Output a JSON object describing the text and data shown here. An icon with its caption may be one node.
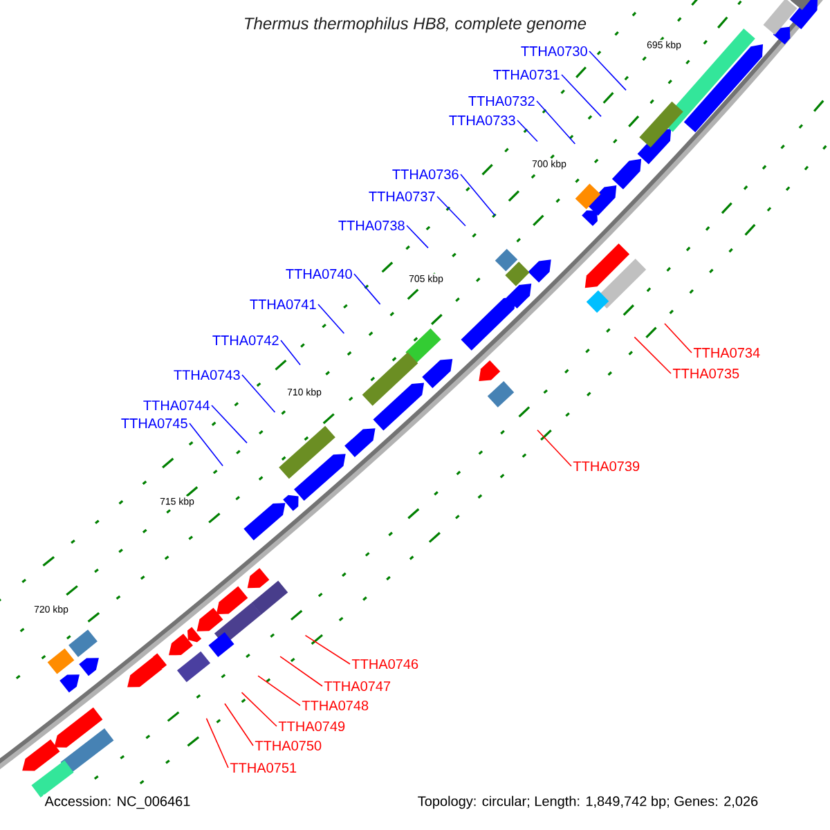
{
  "diagram": {
    "title": "*Thermus thermophilus HB8, complete genome*",
    "nodes": [
      {
        "text": [
          "TTHA0730"
        ]
      },
      {
        "text": [
          "TTHA0731"
        ]
      },
      {
        "text": [
          "TTHA0732"
        ]
      },
      {
        "text": [
          "TTHA0733"
        ]
      },
      {
        "text": [
          "TTHA0736"
        ]
      },
      {
        "text": [
          "TTHA0737"
        ]
      },
      {
        "text": [
          "TTHA0738"
        ]
      },
      {
        "text": [
          "TTHA0740"
        ]
      },
      {
        "text": [
          "TTHA0741"
        ]
      },
      {
        "text": [
          "TTHA0734"
        ]
      },
      {
        "text": [
          "TTHA0742"
        ]
      },
      {
        "text": [
          "TTHA0735"
        ]
      },
      {
        "text": [
          "TTHA0743"
        ]
      },
      {
        "text": [
          "TTHA0744"
        ]
      },
      {
        "text": [
          "TTHA0745"
        ]
      },
      {
        "text": [
          "TTHA0739"
        ]
      },
      {
        "text": [
          "TTHA0746"
        ]
      },
      {
        "text": [
          "TTHA0747"
        ]
      },
      {
        "text": [
          "TTHA0748"
        ]
      },
      {
        "text": [
          "TTHA0749"
        ]
      },
      {
        "text": [
          "TTHA0750"
        ]
      },
      {
        "text": [
          "TTHA0751"
        ]
      }
    ],
    "edges": [
      {
        "from": 0,
        "to": null,
        "arrow": "none"
      },
      {
        "from": 1,
        "to": null,
        "arrow": "none"
      },
      {
        "from": 2,
        "to": null,
        "arrow": "none"
      },
      {
        "from": 3,
        "to": null,
        "arrow": "none"
      },
      {
        "from": 4,
        "to": null,
        "arrow": "none"
      },
      {
        "from": 5,
        "to": null,
        "arrow": "none"
      },
      {
        "from": 6,
        "to": null,
        "arrow": "none"
      },
      {
        "from": 7,
        "to": null,
        "arrow": "none"
      },
      {
        "from": 8,
        "to": null,
        "arrow": "none"
      },
      {
        "from": 9,
        "to": null,
        "arrow": "none",
        "color": "#ff0000"
      },
      {
        "from": 10,
        "to": null,
        "arrow": "none"
      },
      {
        "from": 11,
        "to": null,
        "arrow": "none",
        "color": "#ff0000"
      },
      {
        "from": 12,
        "to": null,
        "arrow": "none"
      },
      {
        "from": 13,
        "to": null,
        "arrow": "none"
      },
      {
        "from": 14,
        "to": null,
        "arrow": "none"
      },
      {
        "from": 15,
        "to": null,
        "arrow": "none",
        "color": "#ff0000"
      },
      {
        "from": 16,
        "to": null,
        "arrow": "none",
        "color": "#ff0000"
      },
      {
        "from": 17,
        "to": null,
        "arrow": "none",
        "color": "#ff0000"
      },
      {
        "from": 18,
        "to": null,
        "arrow": "none",
        "color": "#ff0000"
      },
      {
        "from": 19,
        "to": null,
        "arrow": "none",
        "color": "#ff0000"
      },
      {
        "from": 20,
        "to": null,
        "arrow": "none",
        "color": "#ff0000"
      },
      {
        "from": 21,
        "to": null,
        "arrow": "none",
        "color": "#ff0000"
      }
    ],
    "labels": [
      "695 kbp",
      "700 kbp",
      "705 kbp",
      "710 kbp",
      "715 kbp",
      "720 kbp",
      "Accession: NC_006461",
      "Topology: circular; Length: 1,849,742 bp; Genes: 2,026"
    ]
  }
}
